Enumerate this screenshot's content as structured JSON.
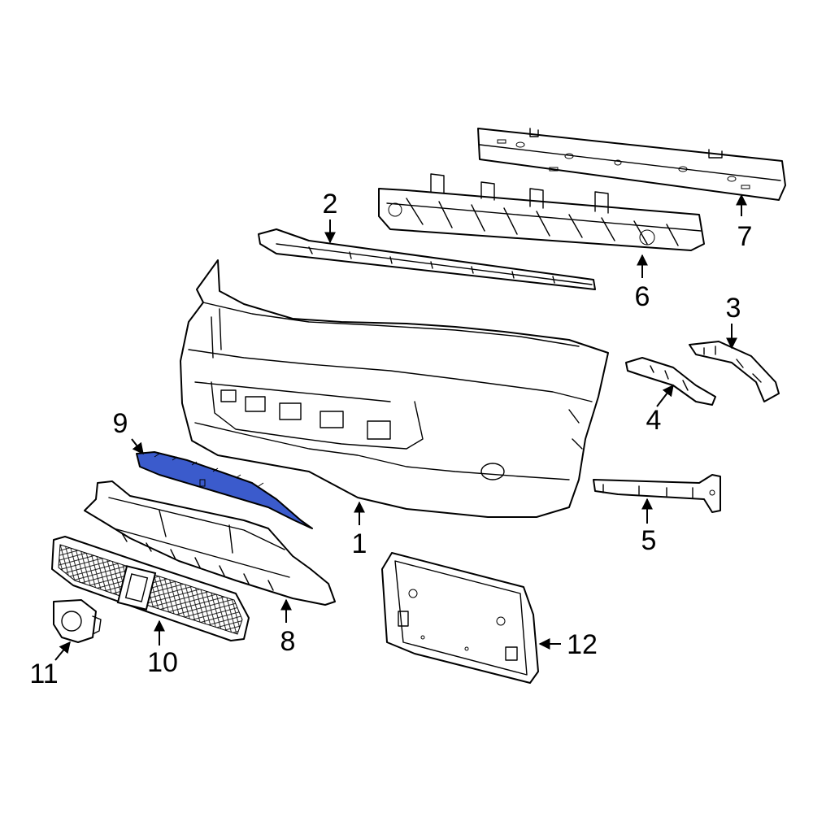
{
  "colors": {
    "highlight": "#3b5bcc",
    "line": "#000000",
    "background": "#ffffff"
  },
  "highlighted_part": "9",
  "callouts": {
    "c1": "1",
    "c2": "2",
    "c3": "3",
    "c4": "4",
    "c5": "5",
    "c6": "6",
    "c7": "7",
    "c8": "8",
    "c9": "9",
    "c10": "10",
    "c11": "11",
    "c12": "12"
  }
}
